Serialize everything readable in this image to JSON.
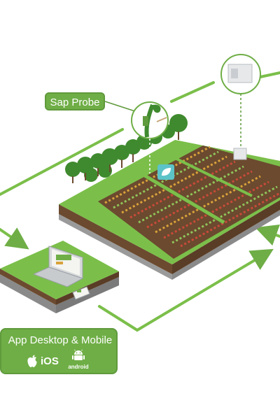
{
  "labels": {
    "sap_probe": "Sap Probe",
    "app_title": "App Desktop & Mobile",
    "ios": "iOS",
    "android": "android"
  },
  "colors": {
    "green": "#6fae46",
    "green_dark": "#5f9a3c",
    "soil": "#6b4a2f",
    "grass": "#7bbf4a"
  },
  "icons": [
    "apple-icon",
    "android-icon",
    "leaf-sensor-icon",
    "weather-station-icon",
    "laptop-icon",
    "phone-icon"
  ]
}
